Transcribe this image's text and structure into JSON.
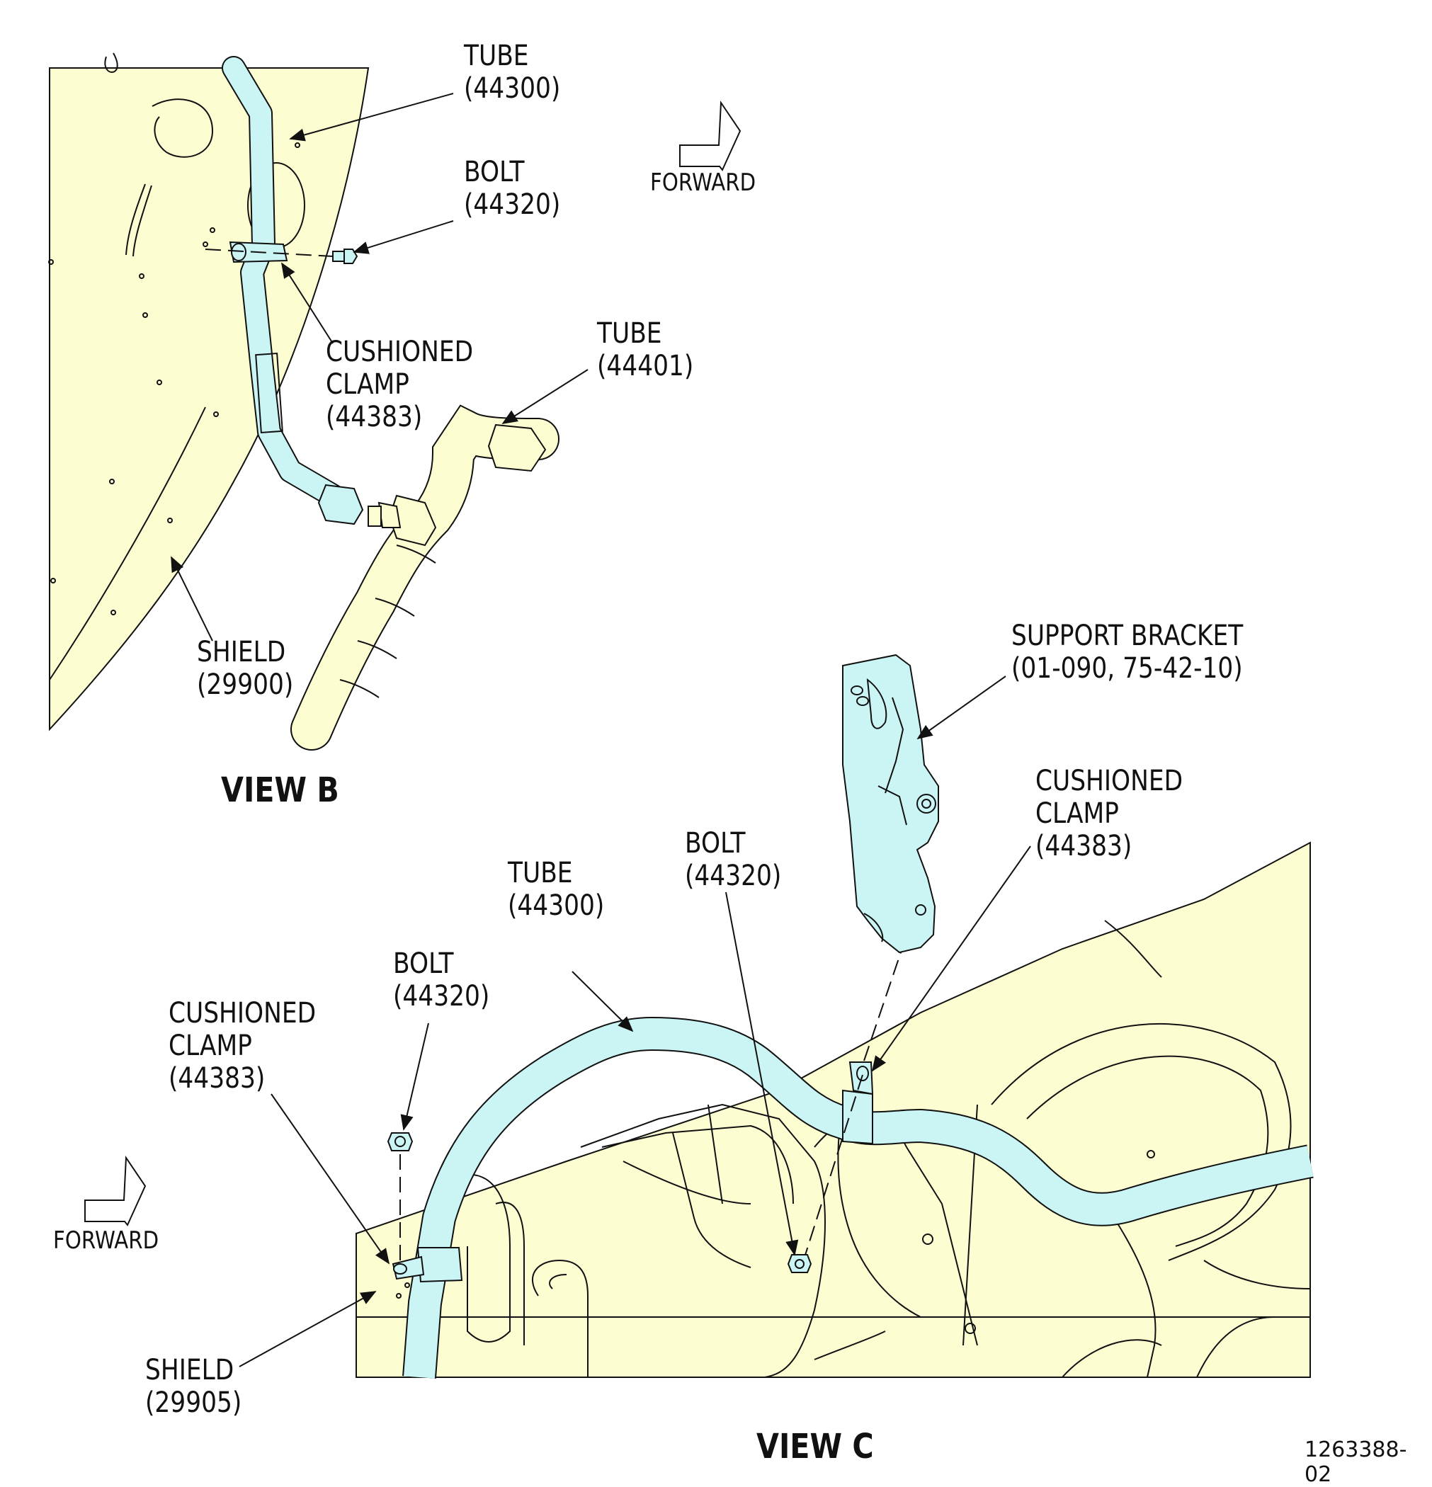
{
  "colors": {
    "shield_fill": "#fdfdd2",
    "tube_fill": "#cbf5f5",
    "line": "#111111"
  },
  "view_b": {
    "title": "VIEW B",
    "forward": "FORWARD",
    "labels": {
      "tube_44300": "TUBE\n(44300)",
      "bolt_44320": "BOLT\n(44320)",
      "clamp_44383": "CUSHIONED\nCLAMP\n(44383)",
      "tube_44401": "TUBE\n(44401)",
      "shield_29900": "SHIELD\n(29900)"
    }
  },
  "view_c": {
    "title": "VIEW C",
    "forward": "FORWARD",
    "labels": {
      "support_bracket": "SUPPORT BRACKET\n(01-090, 75-42-10)",
      "clamp_right": "CUSHIONED\nCLAMP\n(44383)",
      "bolt_right": "BOLT\n(44320)",
      "tube_44300": "TUBE\n(44300)",
      "bolt_left": "BOLT\n(44320)",
      "clamp_left": "CUSHIONED\nCLAMP\n(44383)",
      "shield_29905": "SHIELD\n(29905)"
    }
  },
  "figure_id": "1263388-02"
}
